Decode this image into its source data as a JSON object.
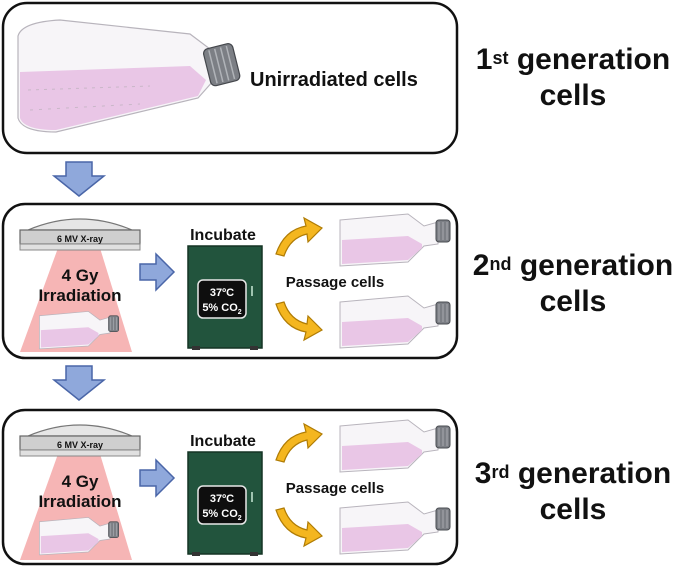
{
  "panel1": {
    "label": "Unirradiated cells"
  },
  "panel2": {
    "xray_label": "6 MV X-ray",
    "irradiation_line1": "4 Gy",
    "irradiation_line2": "Irradiation",
    "incubate_label": "Incubate",
    "incubator_temp": "37ºC",
    "incubator_co2_prefix": "5% CO",
    "incubator_co2_sub": "2",
    "passage_label": "Passage cells"
  },
  "panel3": {
    "xray_label": "6 MV X-ray",
    "irradiation_line1": "4 Gy",
    "irradiation_line2": "Irradiation",
    "incubate_label": "Incubate",
    "incubator_temp": "37ºC",
    "incubator_co2_prefix": "5% CO",
    "incubator_co2_sub": "2",
    "passage_label": "Passage cells"
  },
  "generations": [
    {
      "number": "1",
      "suffix": "st",
      "line1_rest": " generation",
      "line2": "cells"
    },
    {
      "number": "2",
      "suffix": "nd",
      "line1_rest": " generation",
      "line2": "cells"
    },
    {
      "number": "3",
      "suffix": "rd",
      "line1_rest": " generation",
      "line2": "cells"
    }
  ],
  "colors": {
    "media_pink": "#e9c6e6",
    "incubator_green": "#22543d",
    "down_arrow_blue": "#8fa8db",
    "passage_arrow_yellow": "#f4b61f",
    "radiation_cone": "#f4a8a8"
  }
}
